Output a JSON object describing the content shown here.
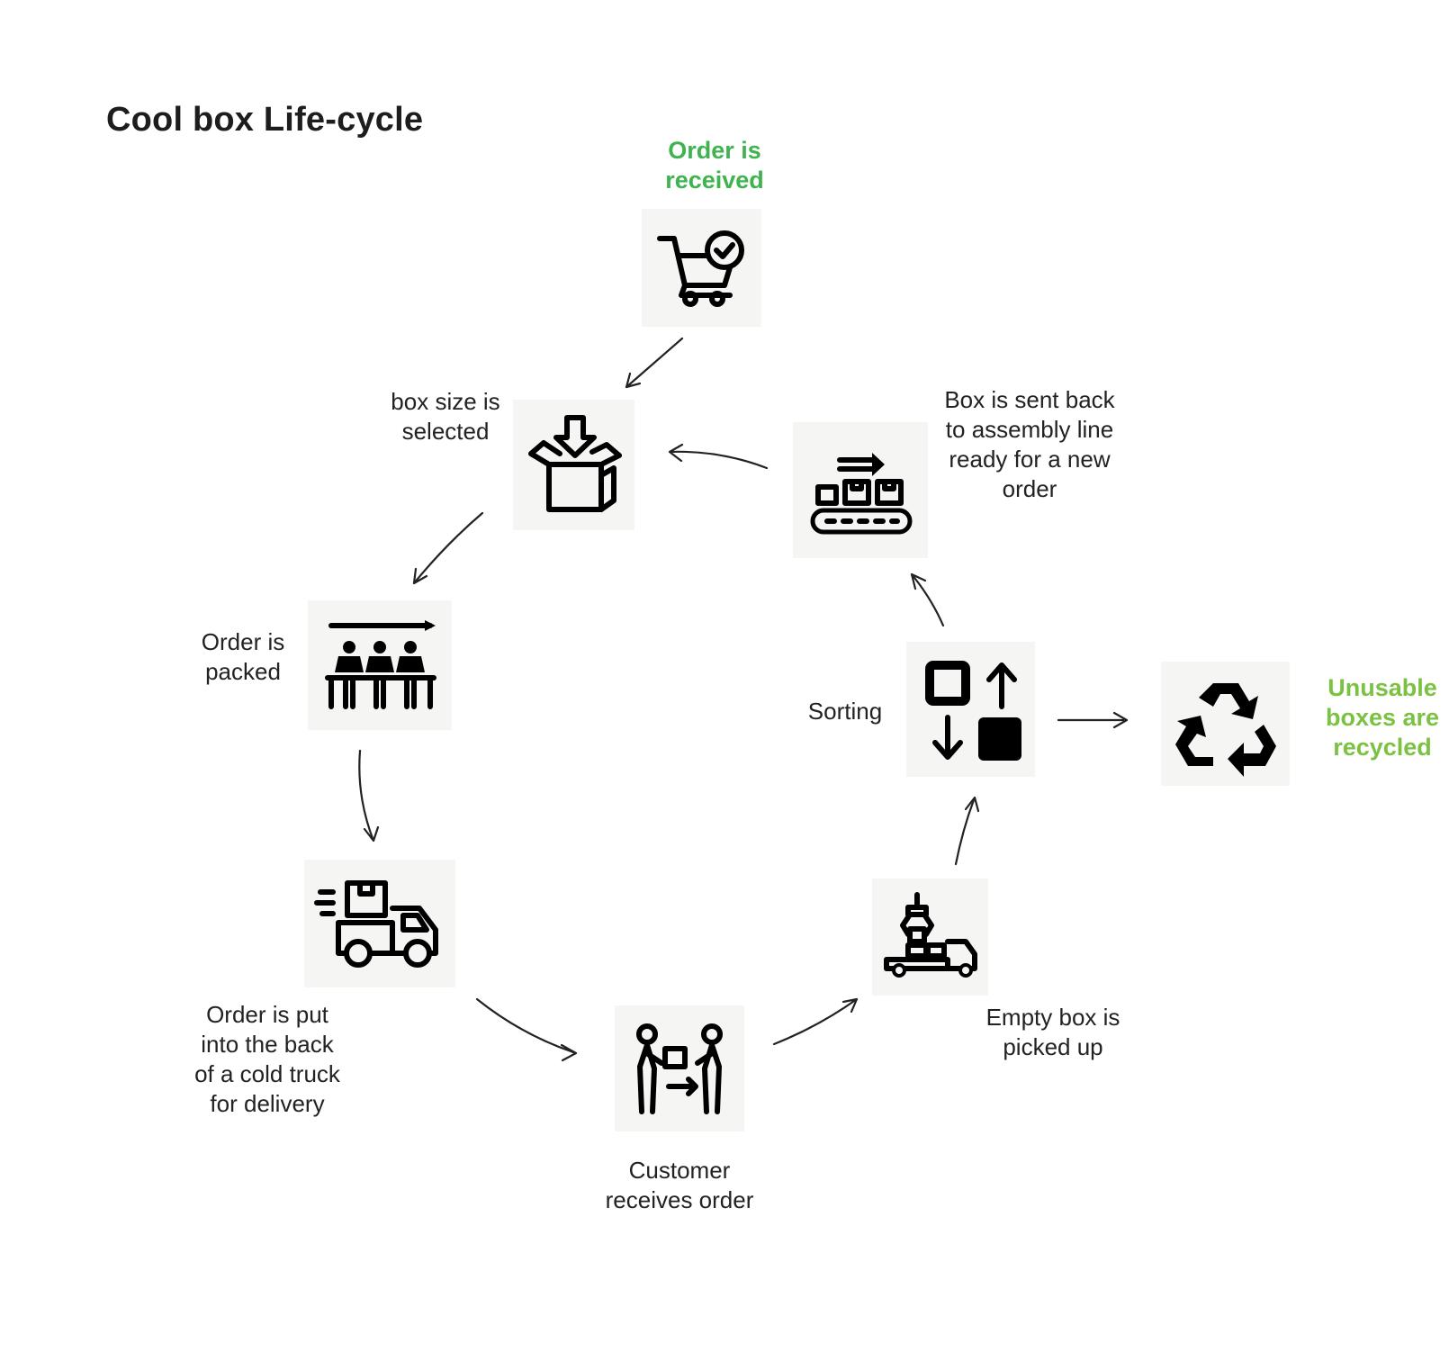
{
  "title": "Cool box Life-cycle",
  "colors": {
    "green_dark": "#3fb34f",
    "green_light": "#7cc242",
    "tile_bg": "#f5f6f4",
    "text": "#222222"
  },
  "steps": {
    "order_received": {
      "label": "Order is\nreceived",
      "icon": "cart-check-icon"
    },
    "box_size": {
      "label": "box size is\nselected",
      "icon": "box-down-arrow-icon"
    },
    "packed": {
      "label": "Order is\npacked",
      "icon": "packing-workers-icon"
    },
    "truck": {
      "label": "Order is put\ninto the back\nof a cold truck\nfor delivery",
      "icon": "delivery-truck-icon"
    },
    "customer": {
      "label": "Customer\nreceives order",
      "icon": "handover-people-icon"
    },
    "pickup": {
      "label": "Empty box is\npicked up",
      "icon": "crane-truck-icon"
    },
    "sorting": {
      "label": "Sorting",
      "icon": "sorting-squares-icon"
    },
    "assembly": {
      "label": "Box is sent back\nto assembly line\nready for a new\norder",
      "icon": "conveyor-belt-icon"
    },
    "recycled": {
      "label": "Unusable\nboxes are\nrecycled",
      "icon": "recycle-icon"
    }
  }
}
